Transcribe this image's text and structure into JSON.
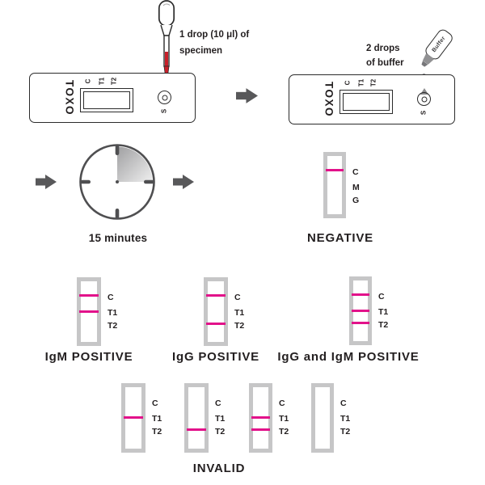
{
  "colors": {
    "test_line": "#e2128a",
    "strip_frame": "#c6c6c7",
    "arrow": "#58585a",
    "specimen_red": "#c9202a",
    "buffer_gray": "#8c8c8e",
    "ink": "#231f20"
  },
  "step1": {
    "caption_line1": "1 drop (10 μl) of",
    "caption_line2": "specimen"
  },
  "step2": {
    "caption_line1": "2 drops",
    "caption_line2": "of buffer",
    "bottle_label": "Buffer"
  },
  "cassette": {
    "brand": "TOXO",
    "window_labels": [
      "C",
      "T1",
      "T2"
    ],
    "well_label": "S"
  },
  "wait_step": {
    "duration_label": "15 minutes"
  },
  "result_titles": {
    "negative": "NEGATIVE",
    "igm_positive": "IgM POSITIVE",
    "igg_positive": "IgG POSITIVE",
    "igg_igm_positive": "IgG and IgM POSITIVE",
    "invalid": "INVALID"
  },
  "strips": [
    {
      "result": "negative",
      "labels": [
        "C",
        "M",
        "G"
      ],
      "lines": [
        "C"
      ]
    },
    {
      "result": "igm-positive",
      "labels": [
        "C",
        "T1",
        "T2"
      ],
      "lines": [
        "C",
        "T1"
      ]
    },
    {
      "result": "igg-positive",
      "labels": [
        "C",
        "T1",
        "T2"
      ],
      "lines": [
        "C",
        "T2"
      ]
    },
    {
      "result": "igg-and-igm-positive",
      "labels": [
        "C",
        "T1",
        "T2"
      ],
      "lines": [
        "C",
        "T1",
        "T2"
      ]
    },
    {
      "result": "invalid-1",
      "labels": [
        "C",
        "T1",
        "T2"
      ],
      "lines": [
        "T1"
      ]
    },
    {
      "result": "invalid-2",
      "labels": [
        "C",
        "T1",
        "T2"
      ],
      "lines": [
        "T2"
      ]
    },
    {
      "result": "invalid-3",
      "labels": [
        "C",
        "T1",
        "T2"
      ],
      "lines": [
        "T1",
        "T2"
      ]
    },
    {
      "result": "invalid-4",
      "labels": [
        "C",
        "T1",
        "T2"
      ],
      "lines": []
    }
  ]
}
